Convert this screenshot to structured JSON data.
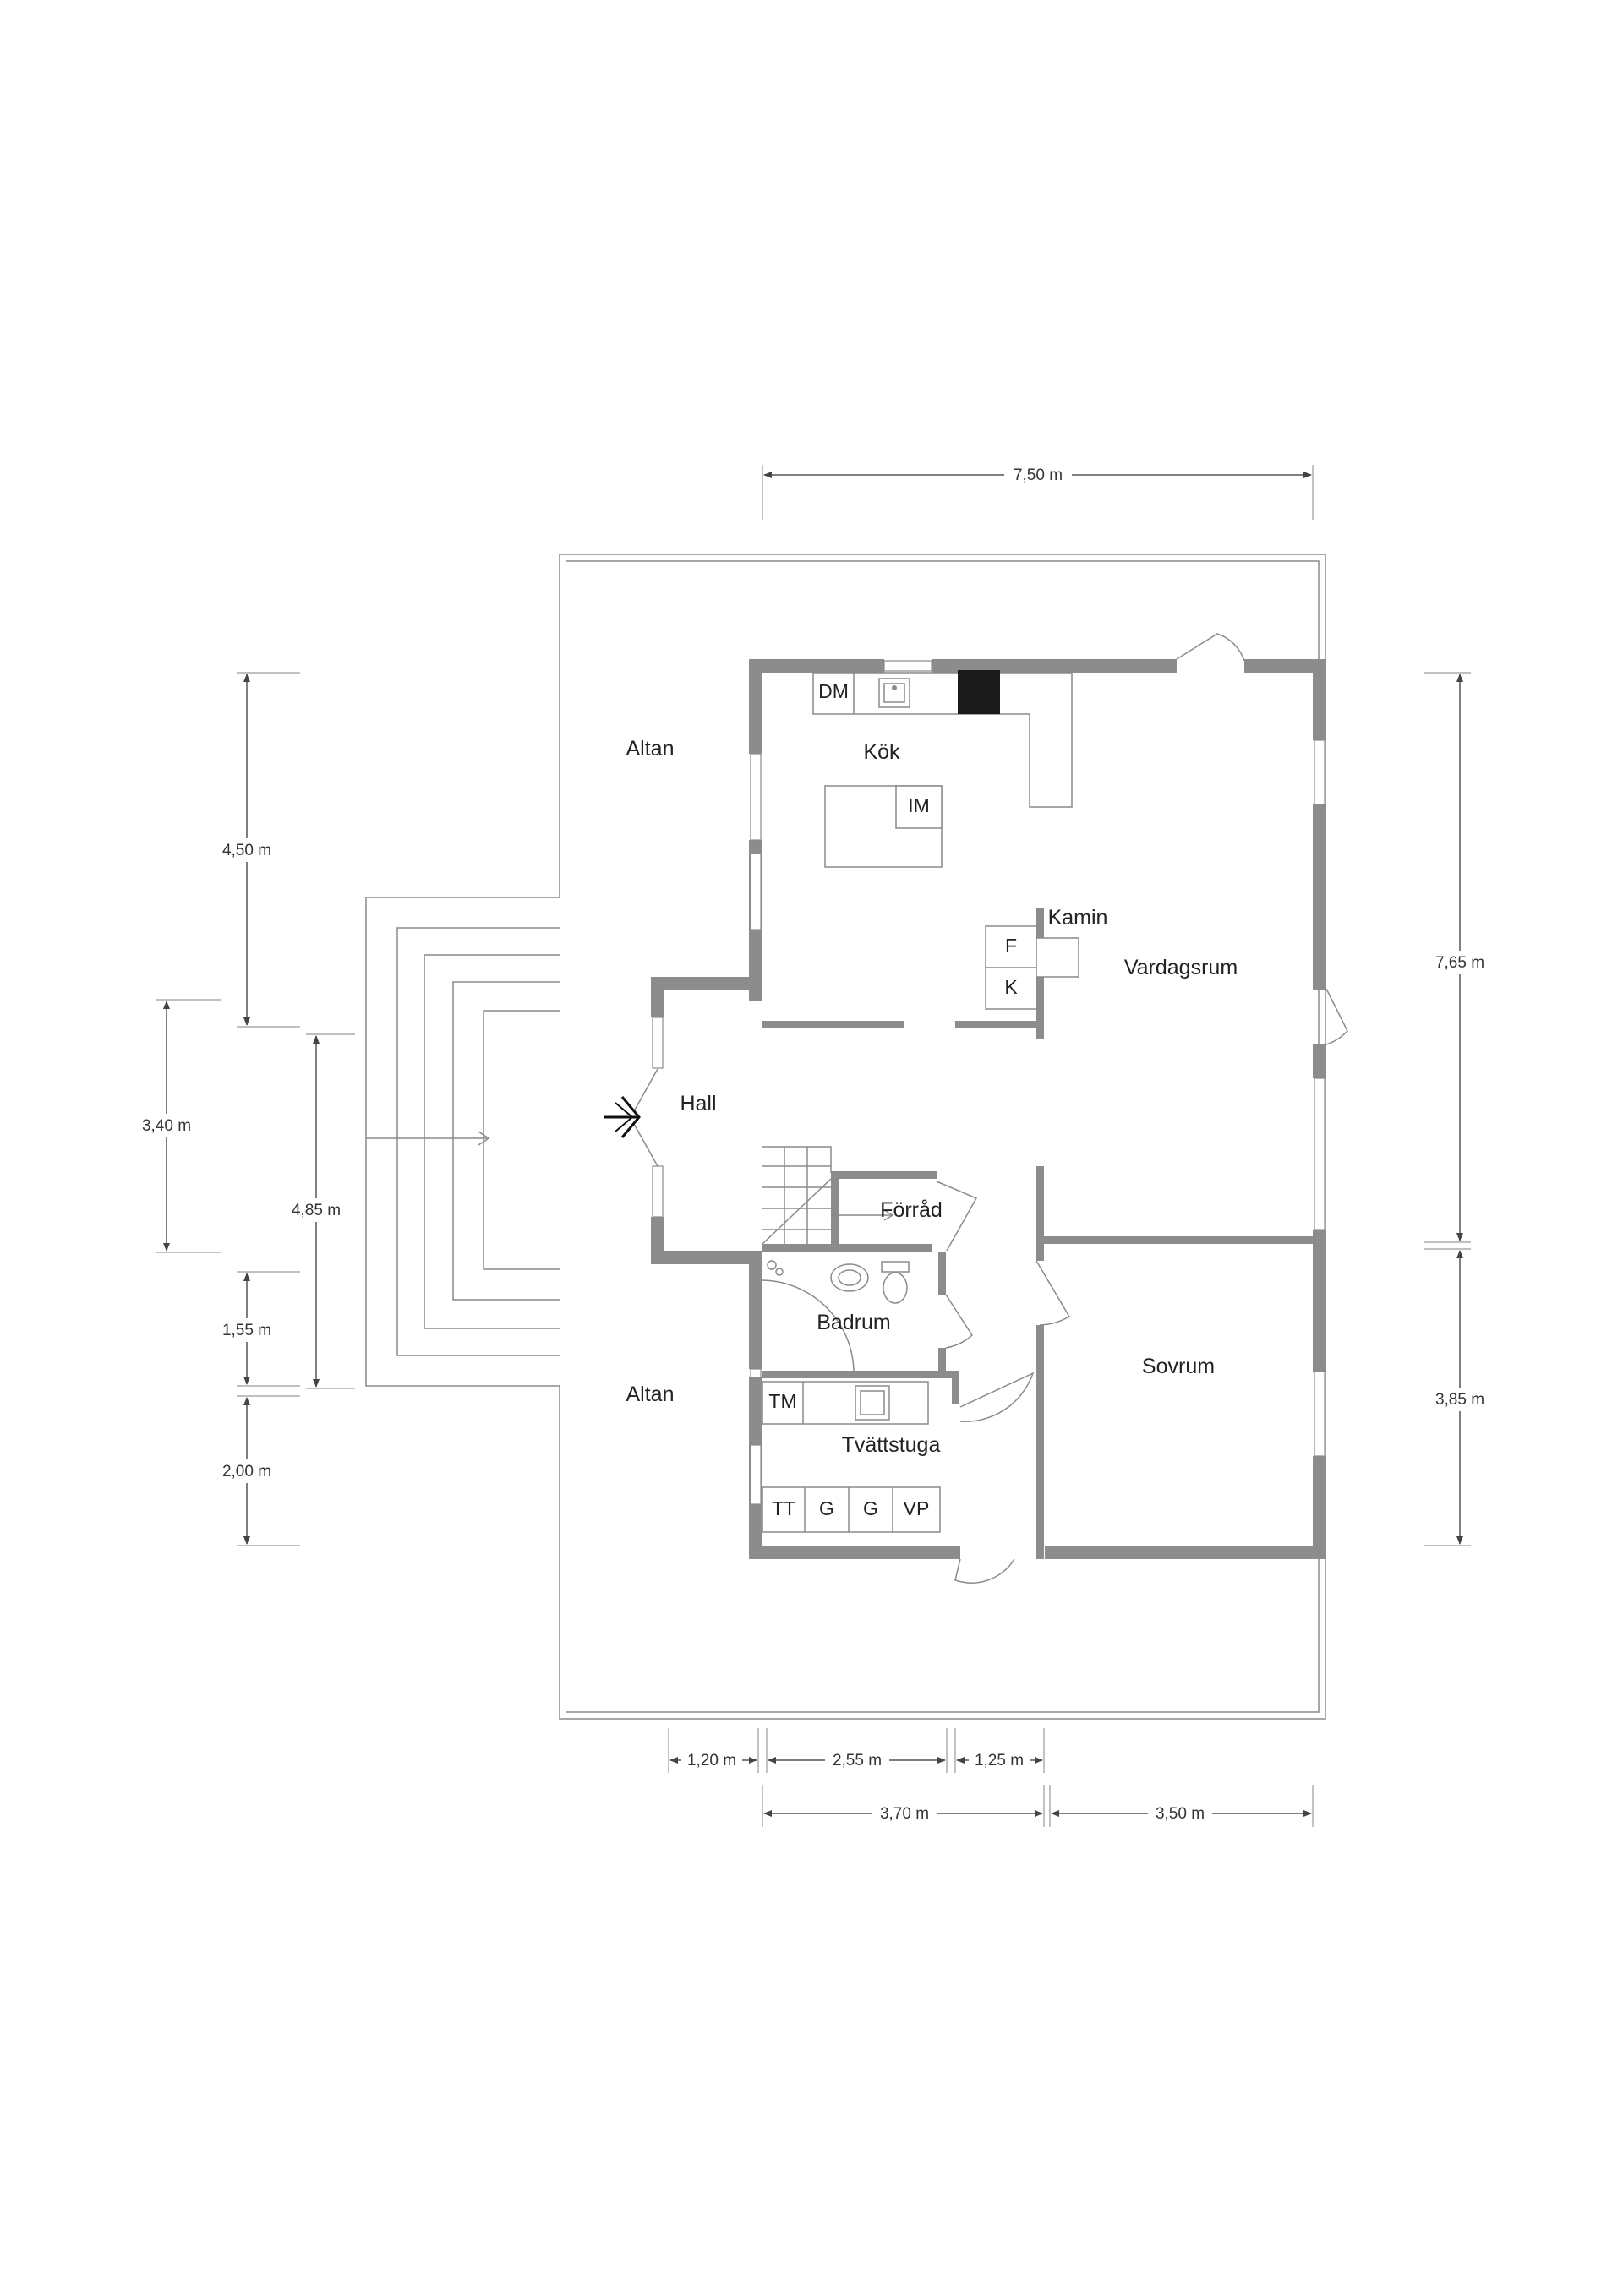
{
  "rooms": {
    "altan_top": "Altan",
    "altan_bottom": "Altan",
    "kok": "Kök",
    "vardagsrum": "Vardagsrum",
    "hall": "Hall",
    "forrad": "Förråd",
    "badrum": "Badrum",
    "tvattstuga": "Tvättstuga",
    "sovrum": "Sovrum",
    "kamin": "Kamin"
  },
  "fixtures": {
    "dm": "DM",
    "im": "IM",
    "f": "F",
    "k": "K",
    "tm": "TM",
    "tt": "TT",
    "g1": "G",
    "g2": "G",
    "vp": "VP"
  },
  "dimensions": {
    "top_width": "7,50 m",
    "left_4_50": "4,50 m",
    "left_3_40": "3,40 m",
    "left_4_85": "4,85 m",
    "left_1_55": "1,55 m",
    "left_2_00": "2,00 m",
    "right_7_65": "7,65 m",
    "right_3_85": "3,85 m",
    "bottom_1_20": "1,20 m",
    "bottom_2_55": "2,55 m",
    "bottom_1_25": "1,25 m",
    "bottom_3_70": "3,70 m",
    "bottom_3_50": "3,50 m"
  },
  "colors": {
    "wall": "#8c8c8c",
    "stove": "#1a1a1a"
  }
}
